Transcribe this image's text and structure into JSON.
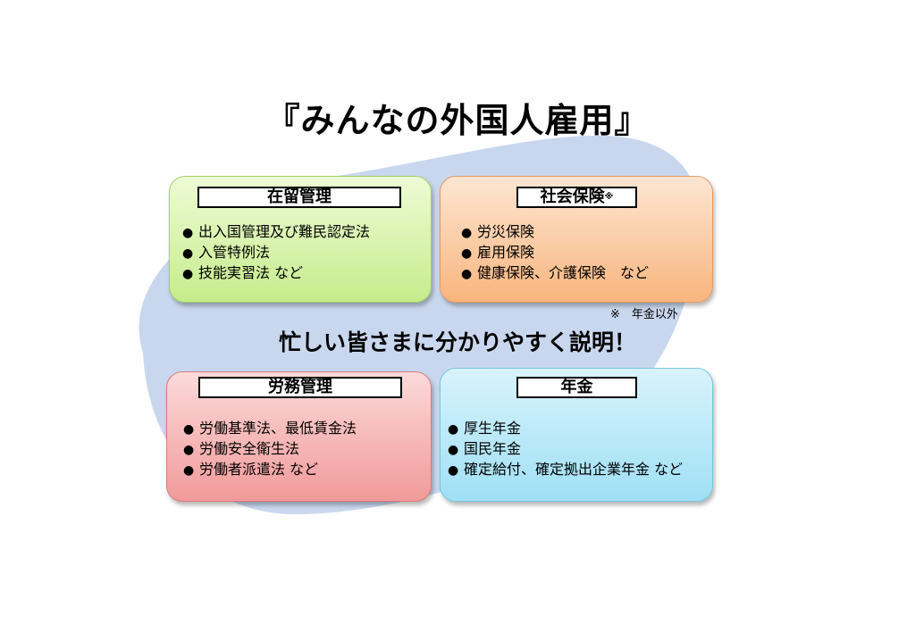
{
  "title": "『みんなの外国人雇用』",
  "center_text": "忙しい皆さまに分かりやすく説明！",
  "note": "※　年金以外",
  "cards": [
    {
      "label": "在留管理",
      "items": [
        "出入国管理及び難民認定法",
        "入管特例法",
        "技能実習法 など"
      ]
    },
    {
      "label": "社会保険",
      "mark": "※",
      "items": [
        "労災保険",
        "雇用保険",
        "健康保険、介護保険　など"
      ]
    },
    {
      "label": "労務管理",
      "items": [
        "労働基準法、最低賃金法",
        "労働安全衛生法",
        "労働者派遣法 など"
      ]
    },
    {
      "label": "年金",
      "items": [
        "厚生年金",
        "国民年金",
        "確定給付、確定拠出企業年金 など"
      ]
    }
  ],
  "colors": {
    "background_shape": "#c9d7ee",
    "card_green": "#c6ec8c",
    "card_orange": "#f8b57e",
    "card_red": "#f19a9a",
    "card_blue": "#9fe0f5"
  }
}
